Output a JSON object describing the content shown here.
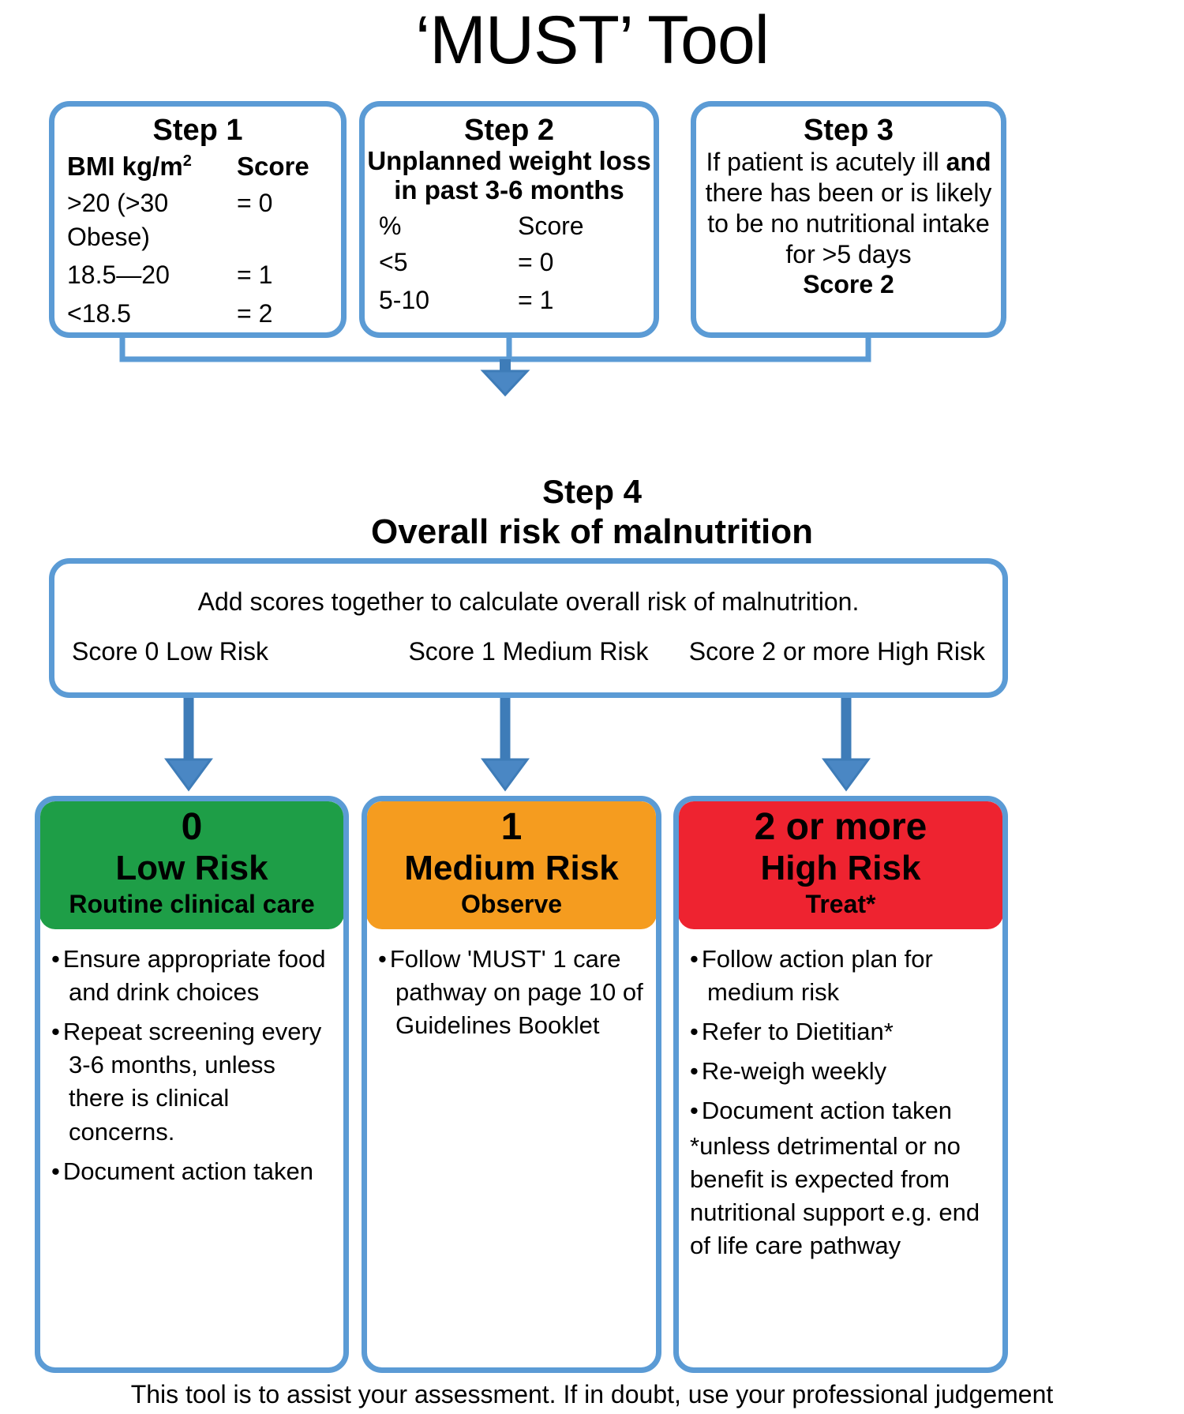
{
  "title": "‘MUST’ Tool",
  "colors": {
    "blue_border": "#5B9BD5",
    "arrow_blue": "#3E7CB8",
    "low_risk_green": "#1E9E47",
    "medium_risk_orange": "#F59C1F",
    "high_risk_red": "#EE2330"
  },
  "steps": [
    {
      "id": "step1",
      "title": "Step 1",
      "col_header_left": "BMI kg/m",
      "col_header_left_sup": "2",
      "col_header_right": "Score",
      "rows": [
        {
          "range": ">20 (>30 Obese)",
          "score": "= 0"
        },
        {
          "range": "18.5—20",
          "score": "= 1"
        },
        {
          "range": "<18.5",
          "score": "= 2"
        }
      ]
    },
    {
      "id": "step2",
      "title": "Step 2",
      "subtitle_line1": "Unplanned weight loss",
      "subtitle_line2": "in past 3-6 months",
      "col_header_left": "%",
      "col_header_right": "Score",
      "rows": [
        {
          "range": "<5",
          "score": "= 0"
        },
        {
          "range": "5-10",
          "score": "= 1"
        }
      ]
    },
    {
      "id": "step3",
      "title": "Step 3",
      "body_line1_a": "If patient is acutely ill ",
      "body_line1_b": "and",
      "body_line2": "there has been or is likely",
      "body_line3": "to be no nutritional intake",
      "body_line4": "for >5 days",
      "score": "Score 2"
    }
  ],
  "step4": {
    "title": "Step 4",
    "subtitle": "Overall risk of malnutrition",
    "lead": "Add scores together to calculate overall risk of malnutrition.",
    "score_labels": [
      "Score 0 Low Risk",
      "Score 1 Medium Risk",
      "Score 2 or more High Risk"
    ]
  },
  "risk_columns": [
    {
      "id": "low",
      "score": "0",
      "label": "Low Risk",
      "action": "Routine clinical care",
      "bullets": [
        "Ensure appropriate food and drink choices",
        "Repeat screening every 3-6 months, unless there is clinical concerns.",
        "Document action taken"
      ],
      "note": ""
    },
    {
      "id": "medium",
      "score": "1",
      "label": "Medium Risk",
      "action": "Observe",
      "bullets": [
        "Follow 'MUST' 1 care pathway on page 10 of Guidelines Booklet"
      ],
      "note": ""
    },
    {
      "id": "high",
      "score": "2 or more",
      "label": "High Risk",
      "action": "Treat*",
      "bullets": [
        "Follow action plan for medium risk",
        "Refer to Dietitian*",
        "Re-weigh weekly",
        "Document action taken"
      ],
      "note": "*unless detrimental or no benefit is expected from nutritional support e.g. end of life care pathway"
    }
  ],
  "footer": "This tool is to assist your assessment. If in doubt, use your professional judgement"
}
